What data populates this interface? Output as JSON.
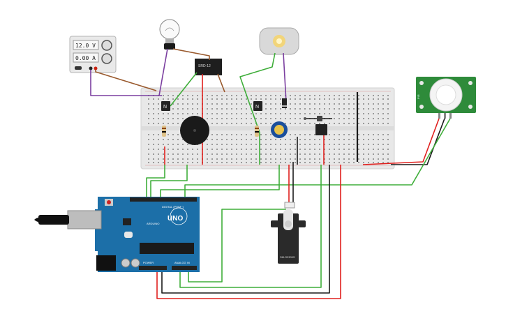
{
  "power_supply": {
    "voltage": "12.0 V",
    "current": "0.00 A"
  },
  "relay": {
    "label": "SRD-12"
  },
  "transistors": {
    "left": "N",
    "right": "N"
  },
  "motor": {
    "label": ""
  },
  "ic": {
    "label": ""
  },
  "pir": {
    "label": "PIR"
  },
  "arduino": {
    "brand": "UNO",
    "maker": "ARDUINO",
    "digital_label": "DIGITAL (PWM~)",
    "power_label": "POWER",
    "analog_label": "ANALOG IN"
  },
  "servo": {
    "label": "SM-S2309S"
  },
  "colors": {
    "wire_red": "#e0201e",
    "wire_black": "#1a1a1a",
    "wire_green": "#3fae3a",
    "wire_brown": "#9a5a2e",
    "wire_purple": "#7b3fa0",
    "board_blue": "#1c6fa8",
    "pir_green": "#2e8b3a",
    "breadboard": "#e6e6e6"
  }
}
